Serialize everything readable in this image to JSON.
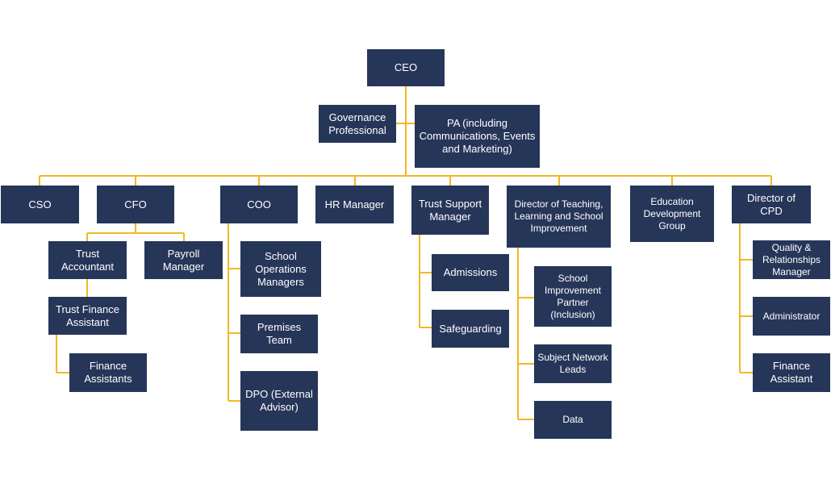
{
  "chart": {
    "ceo": "CEO",
    "governance": "Governance\nProfessional",
    "pa": "PA (including\nCommunications, Events\nand Marketing)",
    "cso": "CSO",
    "cfo": "CFO",
    "trust_accountant": "Trust\nAccountant",
    "payroll_manager": "Payroll Manager",
    "trust_finance_assistant": "Trust Finance\nAssistant",
    "finance_assistants": "Finance\nAssistants",
    "coo": "COO",
    "school_operations_managers": "School\nOperations\nManagers",
    "premises_team": "Premises Team",
    "dpo": "DPO (External\nAdvisor)",
    "hr_manager": "HR Manager",
    "trust_support_manager": "Trust Support\nManager",
    "admissions": "Admissions",
    "safeguarding": "Safeguarding",
    "director_teaching": "Director of Teaching,\nLearning and School\nImprovement",
    "school_improvement_partner": "School\nImprovement\nPartner\n(Inclusion)",
    "subject_network_leads": "Subject Network\nLeads",
    "data": "Data",
    "education_development_group": "Education\nDevelopment\nGroup",
    "director_cpd": "Director of CPD",
    "quality_relationships_manager": "Quality &\nRelationships\nManager",
    "administrator": "Administrator",
    "finance_assistant": "Finance\nAssistant"
  },
  "colors": {
    "box_fill": "#263659",
    "box_text": "#ffffff",
    "connector": "#f2b824",
    "background": "#ffffff"
  }
}
